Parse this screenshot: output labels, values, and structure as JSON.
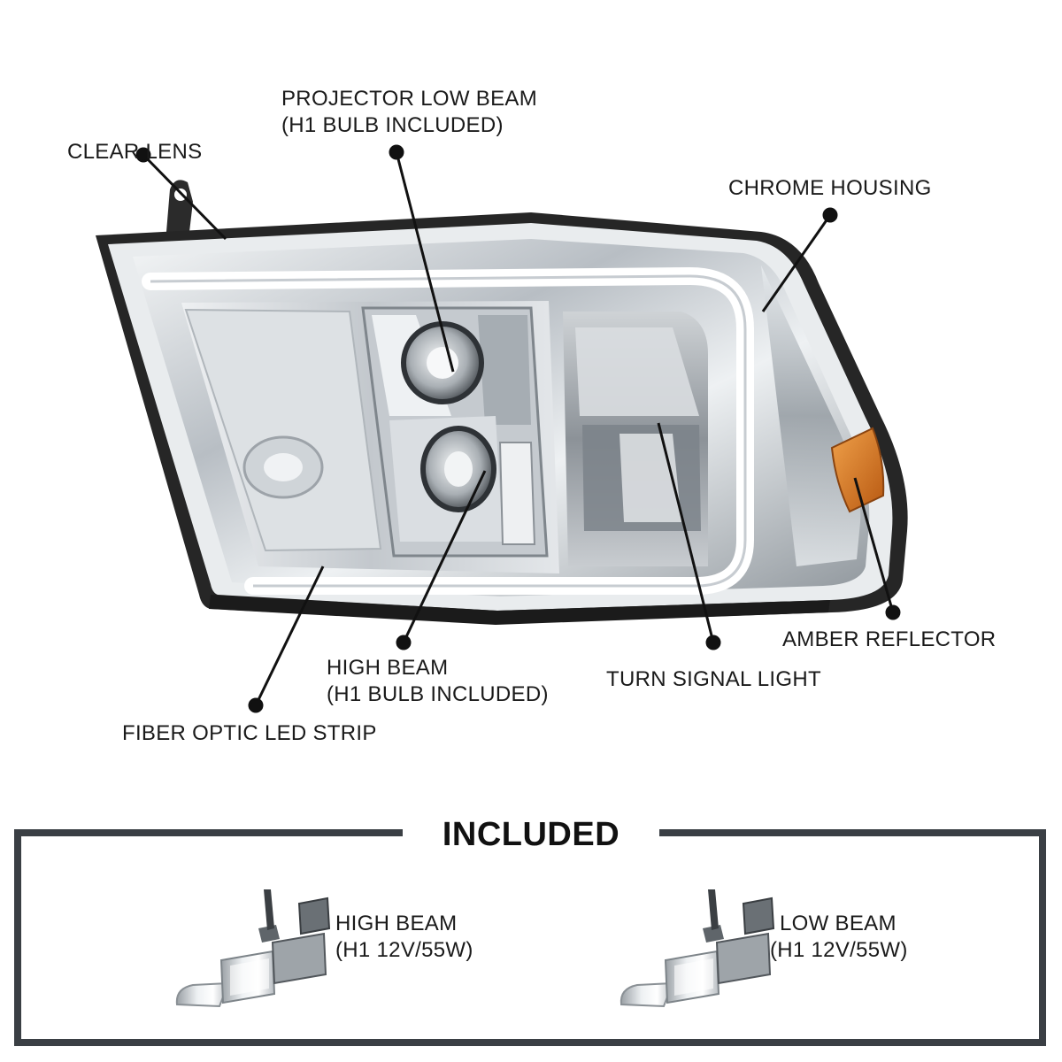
{
  "callouts": {
    "clear_lens": "CLEAR LENS",
    "projector_low_beam": {
      "line1": "PROJECTOR LOW BEAM",
      "line2": "(H1 BULB INCLUDED)"
    },
    "chrome_housing": "CHROME HOUSING",
    "amber_reflector": "AMBER REFLECTOR",
    "turn_signal_light": "TURN SIGNAL LIGHT",
    "high_beam": {
      "line1": "HIGH BEAM",
      "line2": "(H1 BULB INCLUDED)"
    },
    "fiber_optic_led_strip": "FIBER OPTIC LED STRIP"
  },
  "included": {
    "title": "INCLUDED",
    "items": [
      {
        "line1": "HIGH BEAM",
        "line2": "(H1 12V/55W)",
        "icon": "h1-bulb-icon"
      },
      {
        "line1": "LOW BEAM",
        "line2": "(H1 12V/55W)",
        "icon": "h1-bulb-icon"
      }
    ]
  },
  "colors": {
    "callout_line": "#111111",
    "box_border": "#3a3f44",
    "amber": "#d9711c",
    "chrome": "#c9ced3",
    "housing_edge": "#2a2a2a"
  }
}
